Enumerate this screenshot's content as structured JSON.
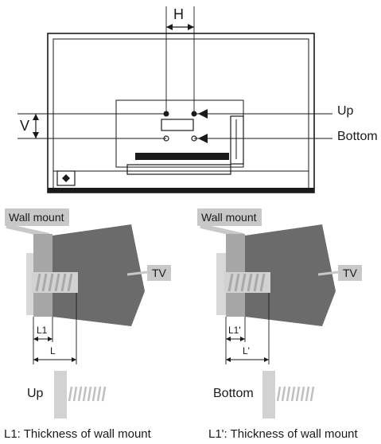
{
  "tv_back": {
    "h_label": "H",
    "v_label": "V",
    "up_label": "Up",
    "bottom_label": "Bottom"
  },
  "left_panel": {
    "wall_mount_label": "Wall mount",
    "tv_label": "TV",
    "l1_label": "L1",
    "l_label": "L",
    "screw_label": "Up",
    "caption": "L1: Thickness of wall mount"
  },
  "right_panel": {
    "wall_mount_label": "Wall mount",
    "tv_label": "TV",
    "l1_label": "L1'",
    "l_label": "L'",
    "screw_label": "Bottom",
    "caption": "L1': Thickness of wall mount"
  },
  "colors": {
    "line": "#1a1a1a",
    "tv_body": "#6b6b6b",
    "mount": "#a6a6a6",
    "label_bg": "#c8c8c8",
    "screw": "#d2d2d2"
  }
}
